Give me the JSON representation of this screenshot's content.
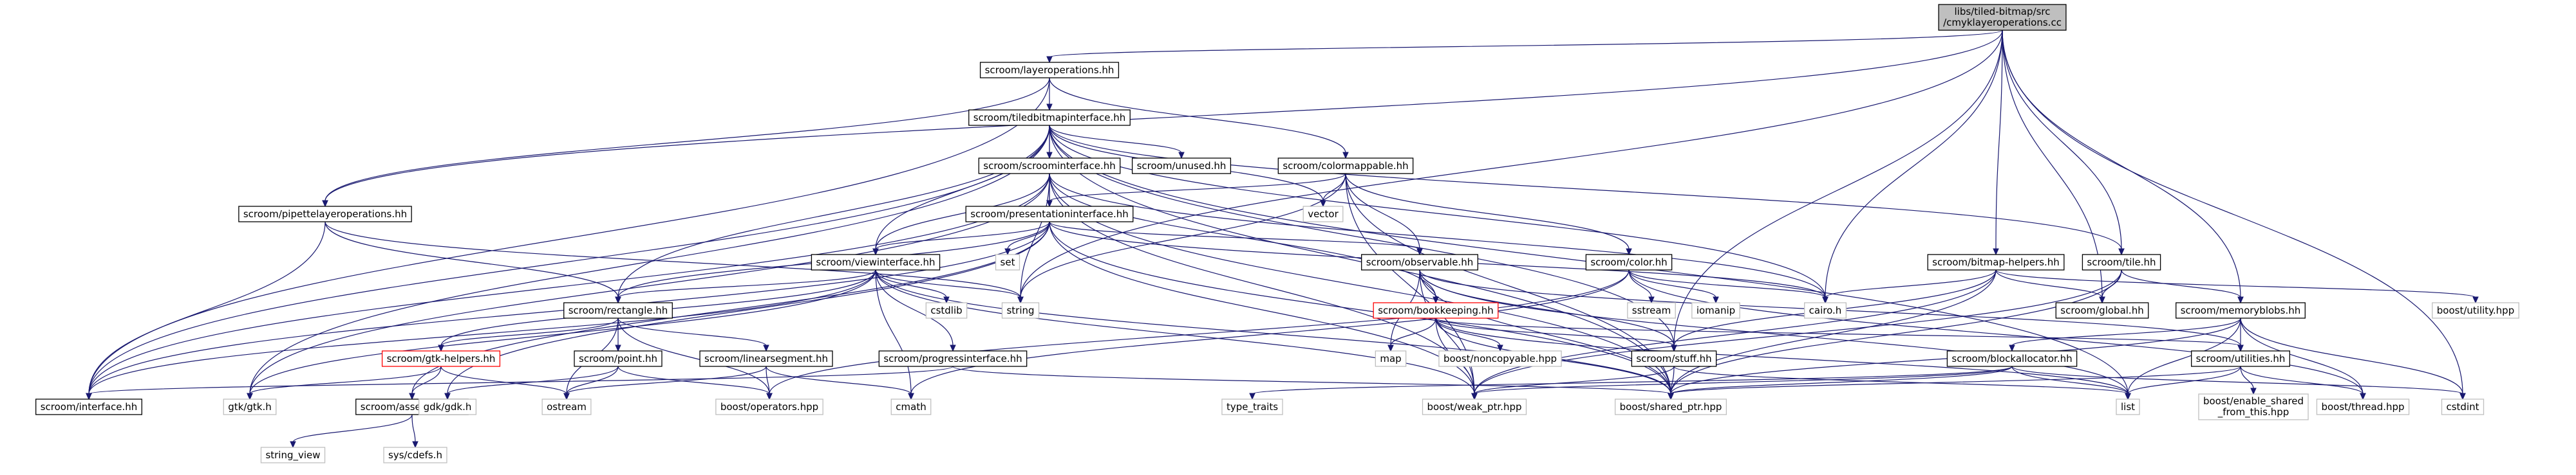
{
  "diagram": {
    "type": "include-dependency-graph",
    "colors": {
      "edge": "#191970",
      "root_fill": "#bfbfbf",
      "node_border": "#000000",
      "leaf_border": "#bfbfbf",
      "red_border": "#ff0000"
    },
    "nodes": [
      {
        "id": "root",
        "lines": [
          "libs/tiled-bitmap/src",
          "/cmyklayeroperations.cc"
        ],
        "style": "root"
      },
      {
        "id": "layerops",
        "lines": [
          "scroom/layeroperations.hh"
        ],
        "style": "normal"
      },
      {
        "id": "tbi",
        "lines": [
          "scroom/tiledbitmapinterface.hh"
        ],
        "style": "normal"
      },
      {
        "id": "scroomif",
        "lines": [
          "scroom/scroominterface.hh"
        ],
        "style": "normal"
      },
      {
        "id": "unused",
        "lines": [
          "scroom/unused.hh"
        ],
        "style": "normal"
      },
      {
        "id": "colormappable",
        "lines": [
          "scroom/colormappable.hh"
        ],
        "style": "normal"
      },
      {
        "id": "pipette",
        "lines": [
          "scroom/pipettelayeroperations.hh"
        ],
        "style": "normal"
      },
      {
        "id": "presif",
        "lines": [
          "scroom/presentationinterface.hh"
        ],
        "style": "normal"
      },
      {
        "id": "viewif",
        "lines": [
          "scroom/viewinterface.hh"
        ],
        "style": "normal"
      },
      {
        "id": "observable",
        "lines": [
          "scroom/observable.hh"
        ],
        "style": "normal"
      },
      {
        "id": "color",
        "lines": [
          "scroom/color.hh"
        ],
        "style": "normal"
      },
      {
        "id": "bmhelpers",
        "lines": [
          "scroom/bitmap-helpers.hh"
        ],
        "style": "normal"
      },
      {
        "id": "tile",
        "lines": [
          "scroom/tile.hh"
        ],
        "style": "normal"
      },
      {
        "id": "memblobs",
        "lines": [
          "scroom/memoryblobs.hh"
        ],
        "style": "normal"
      },
      {
        "id": "rectangle",
        "lines": [
          "scroom/rectangle.hh"
        ],
        "style": "normal"
      },
      {
        "id": "bookkeeping",
        "lines": [
          "scroom/bookkeeping.hh"
        ],
        "style": "red"
      },
      {
        "id": "gtkhelpers",
        "lines": [
          "scroom/gtk-helpers.hh"
        ],
        "style": "red"
      },
      {
        "id": "point",
        "lines": [
          "scroom/point.hh"
        ],
        "style": "normal"
      },
      {
        "id": "linseg",
        "lines": [
          "scroom/linearsegment.hh"
        ],
        "style": "normal"
      },
      {
        "id": "progressif",
        "lines": [
          "scroom/progressinterface.hh"
        ],
        "style": "normal"
      },
      {
        "id": "stuff",
        "lines": [
          "scroom/stuff.hh"
        ],
        "style": "normal"
      },
      {
        "id": "blockalloc",
        "lines": [
          "scroom/blockallocator.hh"
        ],
        "style": "normal"
      },
      {
        "id": "utilities",
        "lines": [
          "scroom/utilities.hh"
        ],
        "style": "normal"
      },
      {
        "id": "global",
        "lines": [
          "scroom/global.hh"
        ],
        "style": "normal"
      },
      {
        "id": "interface",
        "lines": [
          "scroom/interface.hh"
        ],
        "style": "normal"
      },
      {
        "id": "assertions",
        "lines": [
          "scroom/assertions.hh"
        ],
        "style": "normal"
      },
      {
        "id": "vector",
        "lines": [
          "vector"
        ],
        "style": "leaf"
      },
      {
        "id": "set",
        "lines": [
          "set"
        ],
        "style": "leaf"
      },
      {
        "id": "string",
        "lines": [
          "string"
        ],
        "style": "leaf"
      },
      {
        "id": "cstdlib",
        "lines": [
          "cstdlib"
        ],
        "style": "leaf"
      },
      {
        "id": "sstream",
        "lines": [
          "sstream"
        ],
        "style": "leaf"
      },
      {
        "id": "iomanip",
        "lines": [
          "iomanip"
        ],
        "style": "leaf"
      },
      {
        "id": "cairo",
        "lines": [
          "cairo.h"
        ],
        "style": "leaf"
      },
      {
        "id": "map",
        "lines": [
          "map"
        ],
        "style": "leaf"
      },
      {
        "id": "noncopyable",
        "lines": [
          "boost/noncopyable.hpp"
        ],
        "style": "leaf"
      },
      {
        "id": "utilityhpp",
        "lines": [
          "boost/utility.hpp"
        ],
        "style": "leaf"
      },
      {
        "id": "gtkh",
        "lines": [
          "gtk/gtk.h"
        ],
        "style": "leaf"
      },
      {
        "id": "gdkh",
        "lines": [
          "gdk/gdk.h"
        ],
        "style": "leaf"
      },
      {
        "id": "ostream",
        "lines": [
          "ostream"
        ],
        "style": "leaf"
      },
      {
        "id": "operators",
        "lines": [
          "boost/operators.hpp"
        ],
        "style": "leaf"
      },
      {
        "id": "cmath",
        "lines": [
          "cmath"
        ],
        "style": "leaf"
      },
      {
        "id": "typetraits",
        "lines": [
          "type_traits"
        ],
        "style": "leaf"
      },
      {
        "id": "weakptr",
        "lines": [
          "boost/weak_ptr.hpp"
        ],
        "style": "leaf"
      },
      {
        "id": "sharedptr",
        "lines": [
          "boost/shared_ptr.hpp"
        ],
        "style": "leaf"
      },
      {
        "id": "list",
        "lines": [
          "list"
        ],
        "style": "leaf"
      },
      {
        "id": "enableshared",
        "lines": [
          "boost/enable_shared",
          "_from_this.hpp"
        ],
        "style": "leaf"
      },
      {
        "id": "thread",
        "lines": [
          "boost/thread.hpp"
        ],
        "style": "leaf"
      },
      {
        "id": "cstdint",
        "lines": [
          "cstdint"
        ],
        "style": "leaf"
      },
      {
        "id": "stringview",
        "lines": [
          "string_view"
        ],
        "style": "leaf"
      },
      {
        "id": "syscdefs",
        "lines": [
          "sys/cdefs.h"
        ],
        "style": "leaf"
      }
    ],
    "edges": [
      [
        "root",
        "layerops"
      ],
      [
        "root",
        "pipette"
      ],
      [
        "root",
        "bmhelpers"
      ],
      [
        "root",
        "tile"
      ],
      [
        "root",
        "global"
      ],
      [
        "root",
        "memblobs"
      ],
      [
        "root",
        "stuff"
      ],
      [
        "root",
        "cairo"
      ],
      [
        "root",
        "string"
      ],
      [
        "root",
        "cstdint"
      ],
      [
        "layerops",
        "tbi"
      ],
      [
        "layerops",
        "colormappable"
      ],
      [
        "layerops",
        "pipette"
      ],
      [
        "layerops",
        "interface"
      ],
      [
        "tbi",
        "scroomif"
      ],
      [
        "tbi",
        "unused"
      ],
      [
        "tbi",
        "presif"
      ],
      [
        "tbi",
        "viewif"
      ],
      [
        "tbi",
        "rectangle"
      ],
      [
        "tbi",
        "tile"
      ],
      [
        "tbi",
        "vector"
      ],
      [
        "tbi",
        "cairo"
      ],
      [
        "tbi",
        "stuff"
      ],
      [
        "tbi",
        "sharedptr"
      ],
      [
        "tbi",
        "gtkh"
      ],
      [
        "tbi",
        "interface"
      ],
      [
        "tbi",
        "list"
      ],
      [
        "scroomif",
        "presif"
      ],
      [
        "scroomif",
        "viewif"
      ],
      [
        "scroomif",
        "bookkeeping"
      ],
      [
        "scroomif",
        "string"
      ],
      [
        "scroomif",
        "sharedptr"
      ],
      [
        "scroomif",
        "weakptr"
      ],
      [
        "scroomif",
        "gtkh"
      ],
      [
        "scroomif",
        "interface"
      ],
      [
        "scroomif",
        "cairo"
      ],
      [
        "colormappable",
        "presif"
      ],
      [
        "colormappable",
        "observable"
      ],
      [
        "colormappable",
        "color"
      ],
      [
        "colormappable",
        "vector"
      ],
      [
        "colormappable",
        "string"
      ],
      [
        "colormappable",
        "sharedptr"
      ],
      [
        "colormappable",
        "weakptr"
      ],
      [
        "pipette",
        "rectangle"
      ],
      [
        "pipette",
        "string"
      ],
      [
        "pipette",
        "interface"
      ],
      [
        "presif",
        "viewif"
      ],
      [
        "presif",
        "observable"
      ],
      [
        "presif",
        "rectangle"
      ],
      [
        "presif",
        "set"
      ],
      [
        "presif",
        "cairo"
      ],
      [
        "presif",
        "sharedptr"
      ],
      [
        "presif",
        "weakptr"
      ],
      [
        "presif",
        "gdkh"
      ],
      [
        "presif",
        "interface"
      ],
      [
        "presif",
        "assertions"
      ],
      [
        "viewif",
        "rectangle"
      ],
      [
        "viewif",
        "progressif"
      ],
      [
        "viewif",
        "gtkhelpers"
      ],
      [
        "viewif",
        "cstdlib"
      ],
      [
        "viewif",
        "string"
      ],
      [
        "viewif",
        "cmath"
      ],
      [
        "viewif",
        "sharedptr"
      ],
      [
        "viewif",
        "weakptr"
      ],
      [
        "viewif",
        "gtkh"
      ],
      [
        "viewif",
        "interface"
      ],
      [
        "observable",
        "bookkeeping"
      ],
      [
        "observable",
        "stuff"
      ],
      [
        "observable",
        "utilities"
      ],
      [
        "observable",
        "list"
      ],
      [
        "observable",
        "map"
      ],
      [
        "observable",
        "sharedptr"
      ],
      [
        "observable",
        "weakptr"
      ],
      [
        "color",
        "sstream"
      ],
      [
        "color",
        "iomanip"
      ],
      [
        "color",
        "cairo"
      ],
      [
        "color",
        "operators"
      ],
      [
        "color",
        "cmath"
      ],
      [
        "color",
        "thread"
      ],
      [
        "bmhelpers",
        "cairo"
      ],
      [
        "bmhelpers",
        "global"
      ],
      [
        "bmhelpers",
        "utilityhpp"
      ],
      [
        "bmhelpers",
        "sharedptr"
      ],
      [
        "bmhelpers",
        "weakptr"
      ],
      [
        "bmhelpers",
        "stuff"
      ],
      [
        "tile",
        "global"
      ],
      [
        "tile",
        "memblobs"
      ],
      [
        "tile",
        "sharedptr"
      ],
      [
        "tile",
        "weakptr"
      ],
      [
        "memblobs",
        "blockalloc"
      ],
      [
        "memblobs",
        "utilities"
      ],
      [
        "memblobs",
        "thread"
      ],
      [
        "memblobs",
        "list"
      ],
      [
        "memblobs",
        "cstdint"
      ],
      [
        "memblobs",
        "sharedptr"
      ],
      [
        "rectangle",
        "point"
      ],
      [
        "rectangle",
        "linseg"
      ],
      [
        "rectangle",
        "gtkhelpers"
      ],
      [
        "rectangle",
        "ostream"
      ],
      [
        "rectangle",
        "operators"
      ],
      [
        "bookkeeping",
        "map"
      ],
      [
        "bookkeeping",
        "noncopyable"
      ],
      [
        "bookkeeping",
        "stuff"
      ],
      [
        "bookkeeping",
        "utilities"
      ],
      [
        "bookkeeping",
        "sharedptr"
      ],
      [
        "bookkeeping",
        "weakptr"
      ],
      [
        "bookkeeping",
        "list"
      ],
      [
        "gtkhelpers",
        "gtkh"
      ],
      [
        "gtkhelpers",
        "assertions"
      ],
      [
        "gtkhelpers",
        "ostream"
      ],
      [
        "point",
        "gdkh"
      ],
      [
        "point",
        "ostream"
      ],
      [
        "point",
        "operators"
      ],
      [
        "linseg",
        "ostream"
      ],
      [
        "linseg",
        "operators"
      ],
      [
        "linseg",
        "cmath"
      ],
      [
        "progressif",
        "sharedptr"
      ],
      [
        "progressif",
        "interface"
      ],
      [
        "stuff",
        "sharedptr"
      ],
      [
        "stuff",
        "weakptr"
      ],
      [
        "stuff",
        "list"
      ],
      [
        "blockalloc",
        "list"
      ],
      [
        "blockalloc",
        "sharedptr"
      ],
      [
        "blockalloc",
        "weakptr"
      ],
      [
        "blockalloc",
        "cstdint"
      ],
      [
        "blockalloc",
        "typetraits"
      ],
      [
        "utilities",
        "list"
      ],
      [
        "utilities",
        "enableshared"
      ],
      [
        "utilities",
        "thread"
      ],
      [
        "utilities",
        "sharedptr"
      ],
      [
        "assertions",
        "stringview"
      ],
      [
        "assertions",
        "syscdefs"
      ]
    ]
  }
}
